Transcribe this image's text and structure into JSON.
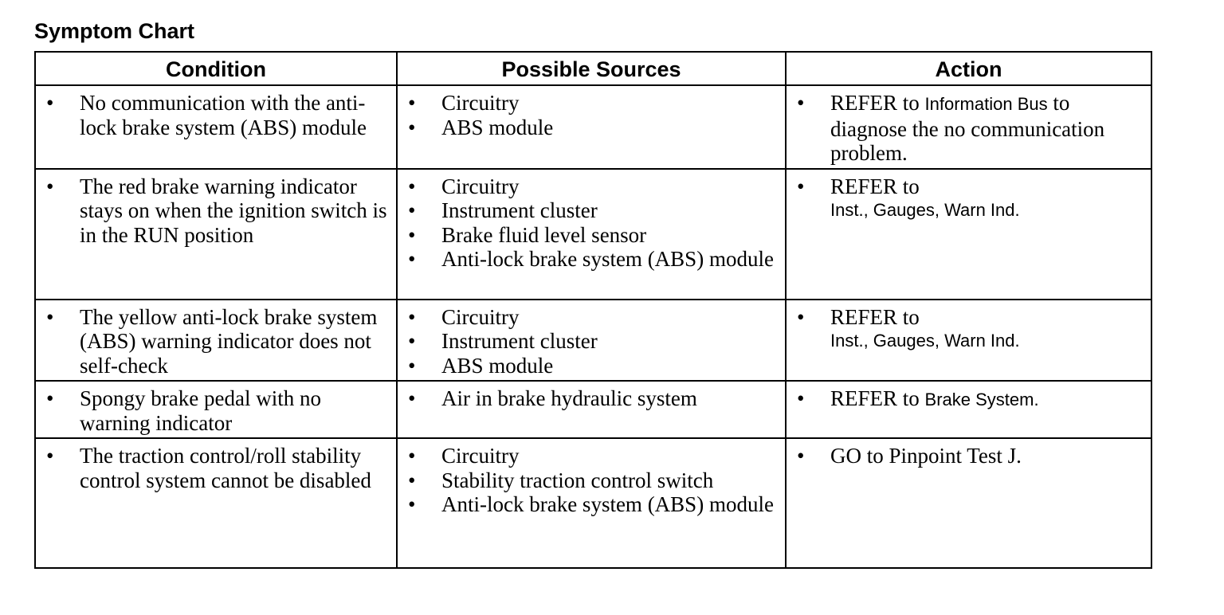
{
  "title": "Symptom Chart",
  "headers": {
    "condition": "Condition",
    "sources": "Possible Sources",
    "action": "Action"
  },
  "rows": [
    {
      "condition": "No communication with the anti-lock brake system (ABS) module",
      "sources": [
        "Circuitry",
        "ABS module"
      ],
      "action": {
        "prefix": "REFER to ",
        "reference": "Information Bus",
        "suffix": " to diagnose the no communication problem."
      }
    },
    {
      "condition": "The red brake warning indicator stays on when the ignition switch is in the RUN position",
      "sources": [
        "Circuitry",
        "Instrument cluster",
        "Brake fluid level sensor",
        "Anti-lock brake system (ABS) module"
      ],
      "action": {
        "prefix": "REFER to",
        "reference": "Inst., Gauges, Warn Ind.",
        "suffix": ""
      }
    },
    {
      "condition": "The yellow anti-lock brake system (ABS) warning indicator does not self-check",
      "sources": [
        "Circuitry",
        "Instrument cluster",
        "ABS module"
      ],
      "action": {
        "prefix": "REFER to",
        "reference": "Inst., Gauges, Warn Ind.",
        "suffix": ""
      }
    },
    {
      "condition": "Spongy brake pedal with no warning indicator",
      "sources": [
        "Air in brake hydraulic system"
      ],
      "action": {
        "prefix": "REFER to ",
        "reference": "Brake System.",
        "suffix": ""
      }
    },
    {
      "condition": "The traction control/roll stability control system cannot be disabled",
      "sources": [
        "Circuitry",
        "Stability traction control switch",
        "Anti-lock brake system (ABS) module"
      ],
      "action": {
        "prefix": "GO to Pinpoint Test J.",
        "reference": "",
        "suffix": ""
      }
    }
  ]
}
